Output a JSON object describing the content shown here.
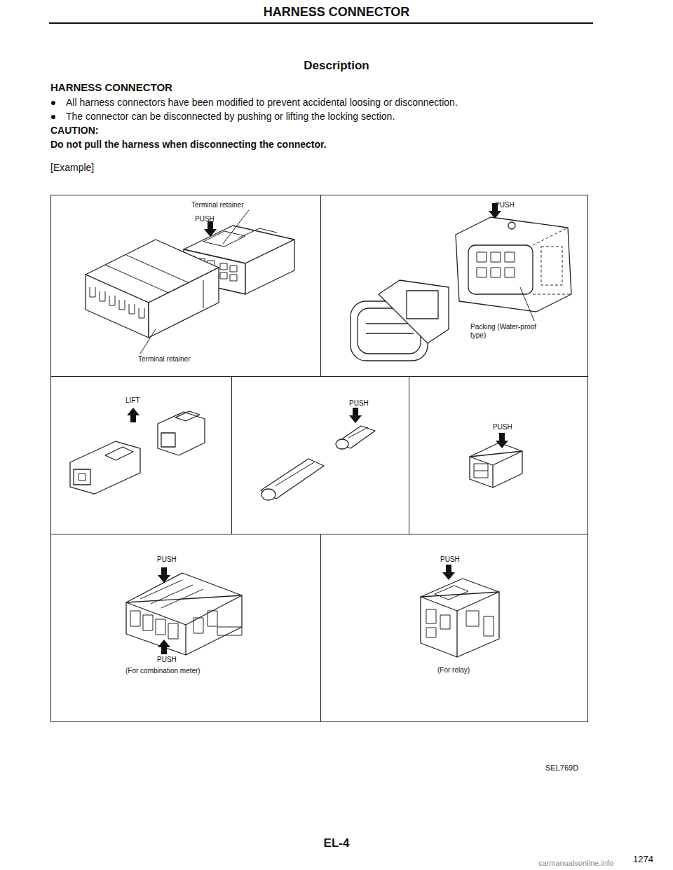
{
  "diagram": {
    "title": "HARNESS CONNECTOR",
    "nodes": [
      {
        "text": [
          "Terminal retainer",
          "PUSH",
          "Terminal retainer"
        ]
      },
      {
        "text": [
          "PUSH",
          "Packing (Water-proof type)"
        ]
      },
      {
        "text": [
          "LIFT"
        ]
      },
      {
        "text": [
          "PUSH"
        ]
      },
      {
        "text": [
          "PUSH"
        ]
      },
      {
        "text": [
          "PUSH",
          "PUSH",
          "(For combination meter)"
        ]
      },
      {
        "text": [
          "PUSH",
          "(For relay)"
        ]
      }
    ],
    "labels": [
      "Description",
      "HARNESS CONNECTOR",
      "All harness connectors have been modified to prevent accidental loosing or disconnection.",
      "The connector can be disconnected by pushing or lifting the locking section.",
      "CAUTION:",
      "Do not pull the harness when disconnecting the connector.",
      "[Example]",
      "SEL769D",
      "EL-4",
      "1274",
      "carmanualsonline.info"
    ]
  }
}
